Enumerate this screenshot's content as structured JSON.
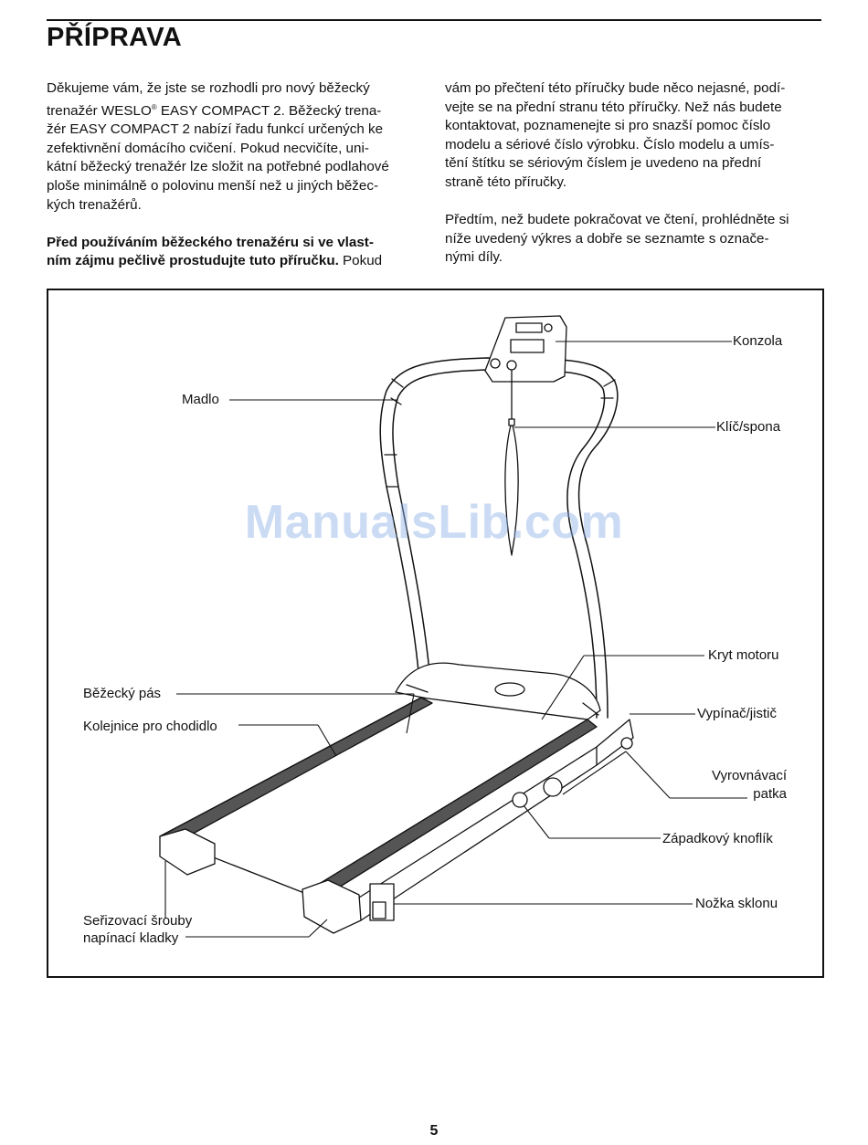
{
  "header": {
    "title": "PŘÍPRAVA"
  },
  "intro": {
    "left_lines": [
      "Děkujeme vám, že jste se rozhodli pro nový běžecký",
      "trenažér WESLO",
      " EASY COMPACT 2. Běžecký trena-",
      "žér EASY COMPACT 2 nabízí řadu funkcí určených ke",
      "zefektivnění domácího cvičení. Pokud necvičíte, uni-",
      "kátní běžecký trenažér lze složit na potřebné podlahové",
      "ploše minimálně o polovinu menší než u jiných běžec-",
      "kých trenažérů."
    ],
    "registered_mark": "®",
    "bold_lines": [
      "Před používáním běžeckého trenažéru si ve vlast-",
      "ním zájmu pečlivě prostudujte tuto příručku."
    ],
    "bold_tail": " Pokud",
    "right_lines": [
      "vám po přečtení této příručky bude něco nejasné, podí-",
      "vejte se na přední stranu této příručky. Než nás budete",
      "kontaktovat, poznamenejte si pro snazší pomoc číslo",
      "modelu a sériové číslo výrobku. Číslo modelu a umís-",
      "tění štítku se sériovým číslem je uvedeno na přední",
      "straně této příručky."
    ],
    "right_lines_2": [
      "Předtím, než budete pokračovat ve čtení, prohlédněte si",
      "níže uvedený výkres a dobře se seznamte s označe-",
      "nými díly."
    ]
  },
  "diagram": {
    "labels": {
      "console": "Konzola",
      "handrail": "Madlo",
      "key_clip": "Klíč/spona",
      "motor_hood": "Kryt motoru",
      "walking_belt": "Běžecký pás",
      "foot_rail": "Kolejnice pro chodidlo",
      "circuit_breaker": "Vypínač/jistič",
      "leveling_foot_1": "Vyrovnávací",
      "leveling_foot_2": "patka",
      "latch_knob": "Západkový knoflík",
      "incline_leg": "Nožka sklonu",
      "idler_bolts_1": "Seřizovací šrouby",
      "idler_bolts_2": "napínací kladky"
    }
  },
  "watermark": "ManualsLib.com",
  "footer": {
    "page_number": "5"
  }
}
